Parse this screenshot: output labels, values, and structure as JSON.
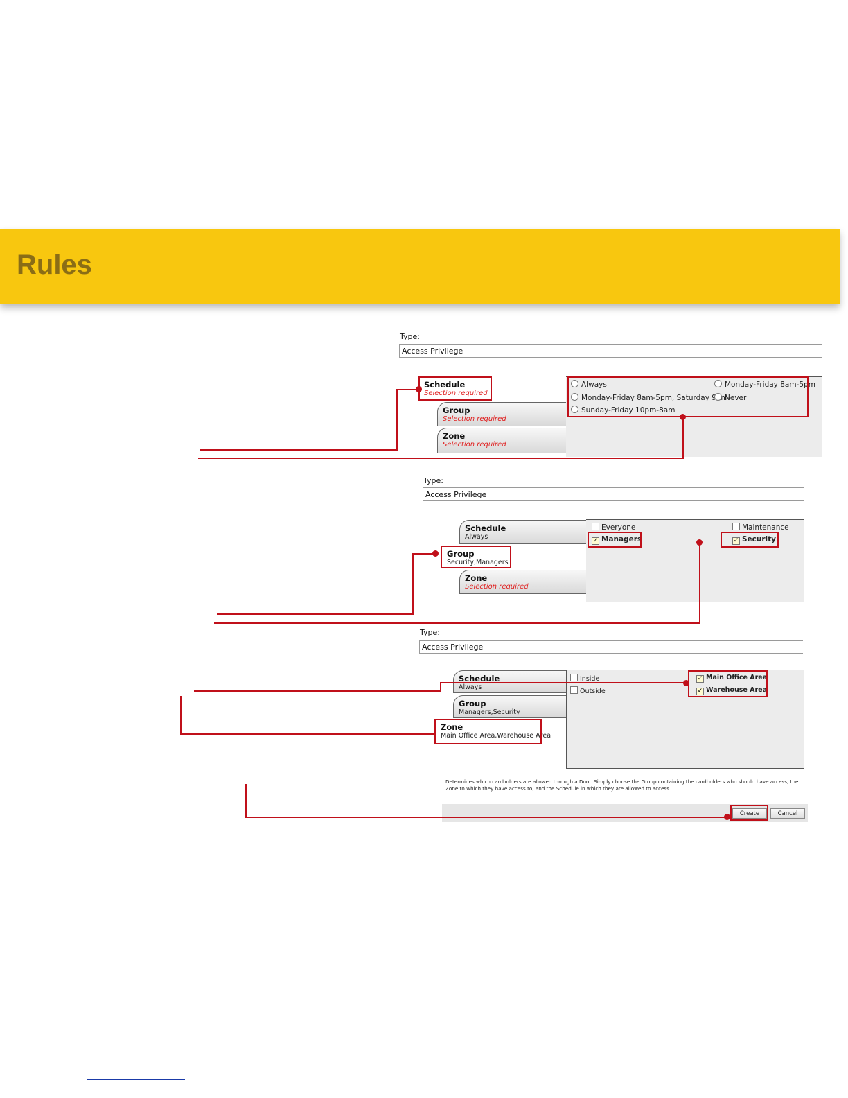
{
  "header": {
    "title": "Rules"
  },
  "panel1": {
    "type_label": "Type:",
    "type_value": "Access Privilege",
    "tabs": [
      {
        "title": "Schedule",
        "subtitle": "Selection required"
      },
      {
        "title": "Group",
        "subtitle": "Selection required"
      },
      {
        "title": "Zone",
        "subtitle": "Selection required"
      }
    ],
    "options": [
      "Always",
      "Monday-Friday 8am-5pm, Saturday 9am-",
      "Sunday-Friday 10pm-8am",
      "Monday-Friday 8am-5pm",
      "Never"
    ]
  },
  "panel2": {
    "type_label": "Type:",
    "type_value": "Access Privilege",
    "tabs": [
      {
        "title": "Schedule",
        "subtitle": "Always"
      },
      {
        "title": "Group",
        "subtitle": "Security,Managers"
      },
      {
        "title": "Zone",
        "subtitle": "Selection required"
      }
    ],
    "options": [
      {
        "label": "Everyone",
        "checked": false
      },
      {
        "label": "Managers",
        "checked": true
      },
      {
        "label": "Maintenance",
        "checked": false
      },
      {
        "label": "Security",
        "checked": true
      }
    ]
  },
  "panel3": {
    "type_label": "Type:",
    "type_value": "Access Privilege",
    "tabs": [
      {
        "title": "Schedule",
        "subtitle": "Always"
      },
      {
        "title": "Group",
        "subtitle": "Managers,Security"
      },
      {
        "title": "Zone",
        "subtitle": "Main Office Area,Warehouse Area"
      }
    ],
    "options": [
      {
        "label": "Inside",
        "checked": false
      },
      {
        "label": "Outside",
        "checked": false
      },
      {
        "label": "Main Office Area",
        "checked": true
      },
      {
        "label": "Warehouse Area",
        "checked": true
      }
    ],
    "description": "Determines which cardholders are allowed through a Door. Simply choose the Group containing the cardholders who should have access, the Zone to which they have access to, and the Schedule in which they are allowed to access.",
    "create_label": "Create",
    "cancel_label": "Cancel"
  },
  "colors": {
    "banner": "#f8c70f",
    "banner_text": "#8a6d16",
    "callout": "#c0101a",
    "link": "#1a3aa8"
  },
  "icons": {
    "checked": "✓"
  }
}
